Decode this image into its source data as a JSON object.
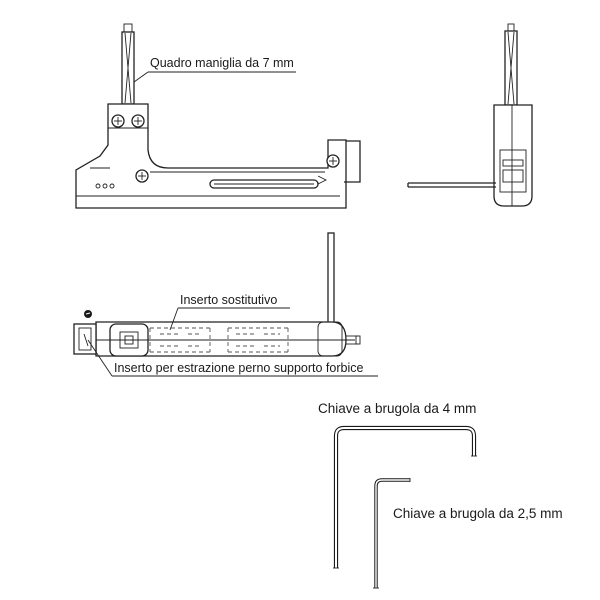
{
  "labels": {
    "handle_square": "Quadro maniglia da 7 mm",
    "replacement_insert": "Inserto sostitutivo",
    "extraction_insert": "Inserto per estrazione perno supporto forbice",
    "allen_key_4": "Chiave a brugola da 4 mm",
    "allen_key_2_5": "Chiave a brugola da 2,5 mm"
  }
}
